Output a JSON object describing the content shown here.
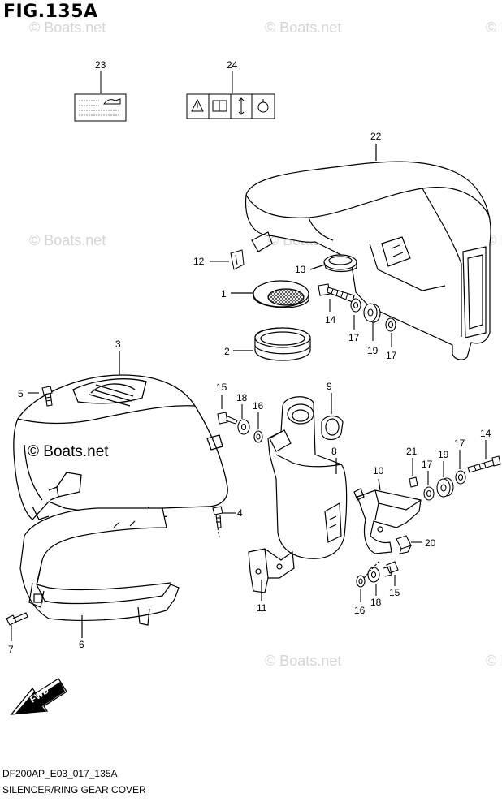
{
  "figure": {
    "title": "FIG.135A",
    "code": "DF200AP_E03_017_135A",
    "name": "SILENCER/RING GEAR COVER"
  },
  "watermark": {
    "text": "© Boats.net"
  },
  "fwd_label": "FWD",
  "callouts": [
    {
      "id": "c23",
      "label": "23"
    },
    {
      "id": "c24",
      "label": "24"
    },
    {
      "id": "c22",
      "label": "22"
    },
    {
      "id": "c12",
      "label": "12"
    },
    {
      "id": "c13",
      "label": "13"
    },
    {
      "id": "c1",
      "label": "1"
    },
    {
      "id": "c14a",
      "label": "14"
    },
    {
      "id": "c17a",
      "label": "17"
    },
    {
      "id": "c19a",
      "label": "19"
    },
    {
      "id": "c17b",
      "label": "17"
    },
    {
      "id": "c2",
      "label": "2"
    },
    {
      "id": "c3",
      "label": "3"
    },
    {
      "id": "c5",
      "label": "5"
    },
    {
      "id": "c15a",
      "label": "15"
    },
    {
      "id": "c18a",
      "label": "18"
    },
    {
      "id": "c16a",
      "label": "16"
    },
    {
      "id": "c9",
      "label": "9"
    },
    {
      "id": "c8",
      "label": "8"
    },
    {
      "id": "c14b",
      "label": "14"
    },
    {
      "id": "c21",
      "label": "21"
    },
    {
      "id": "c19b",
      "label": "19"
    },
    {
      "id": "c17c",
      "label": "17"
    },
    {
      "id": "c17d",
      "label": "17"
    },
    {
      "id": "c10",
      "label": "10"
    },
    {
      "id": "c4",
      "label": "4"
    },
    {
      "id": "c20",
      "label": "20"
    },
    {
      "id": "c11",
      "label": "11"
    },
    {
      "id": "c16b",
      "label": "16"
    },
    {
      "id": "c18b",
      "label": "18"
    },
    {
      "id": "c15b",
      "label": "15"
    },
    {
      "id": "c6",
      "label": "6"
    },
    {
      "id": "c7",
      "label": "7"
    }
  ]
}
